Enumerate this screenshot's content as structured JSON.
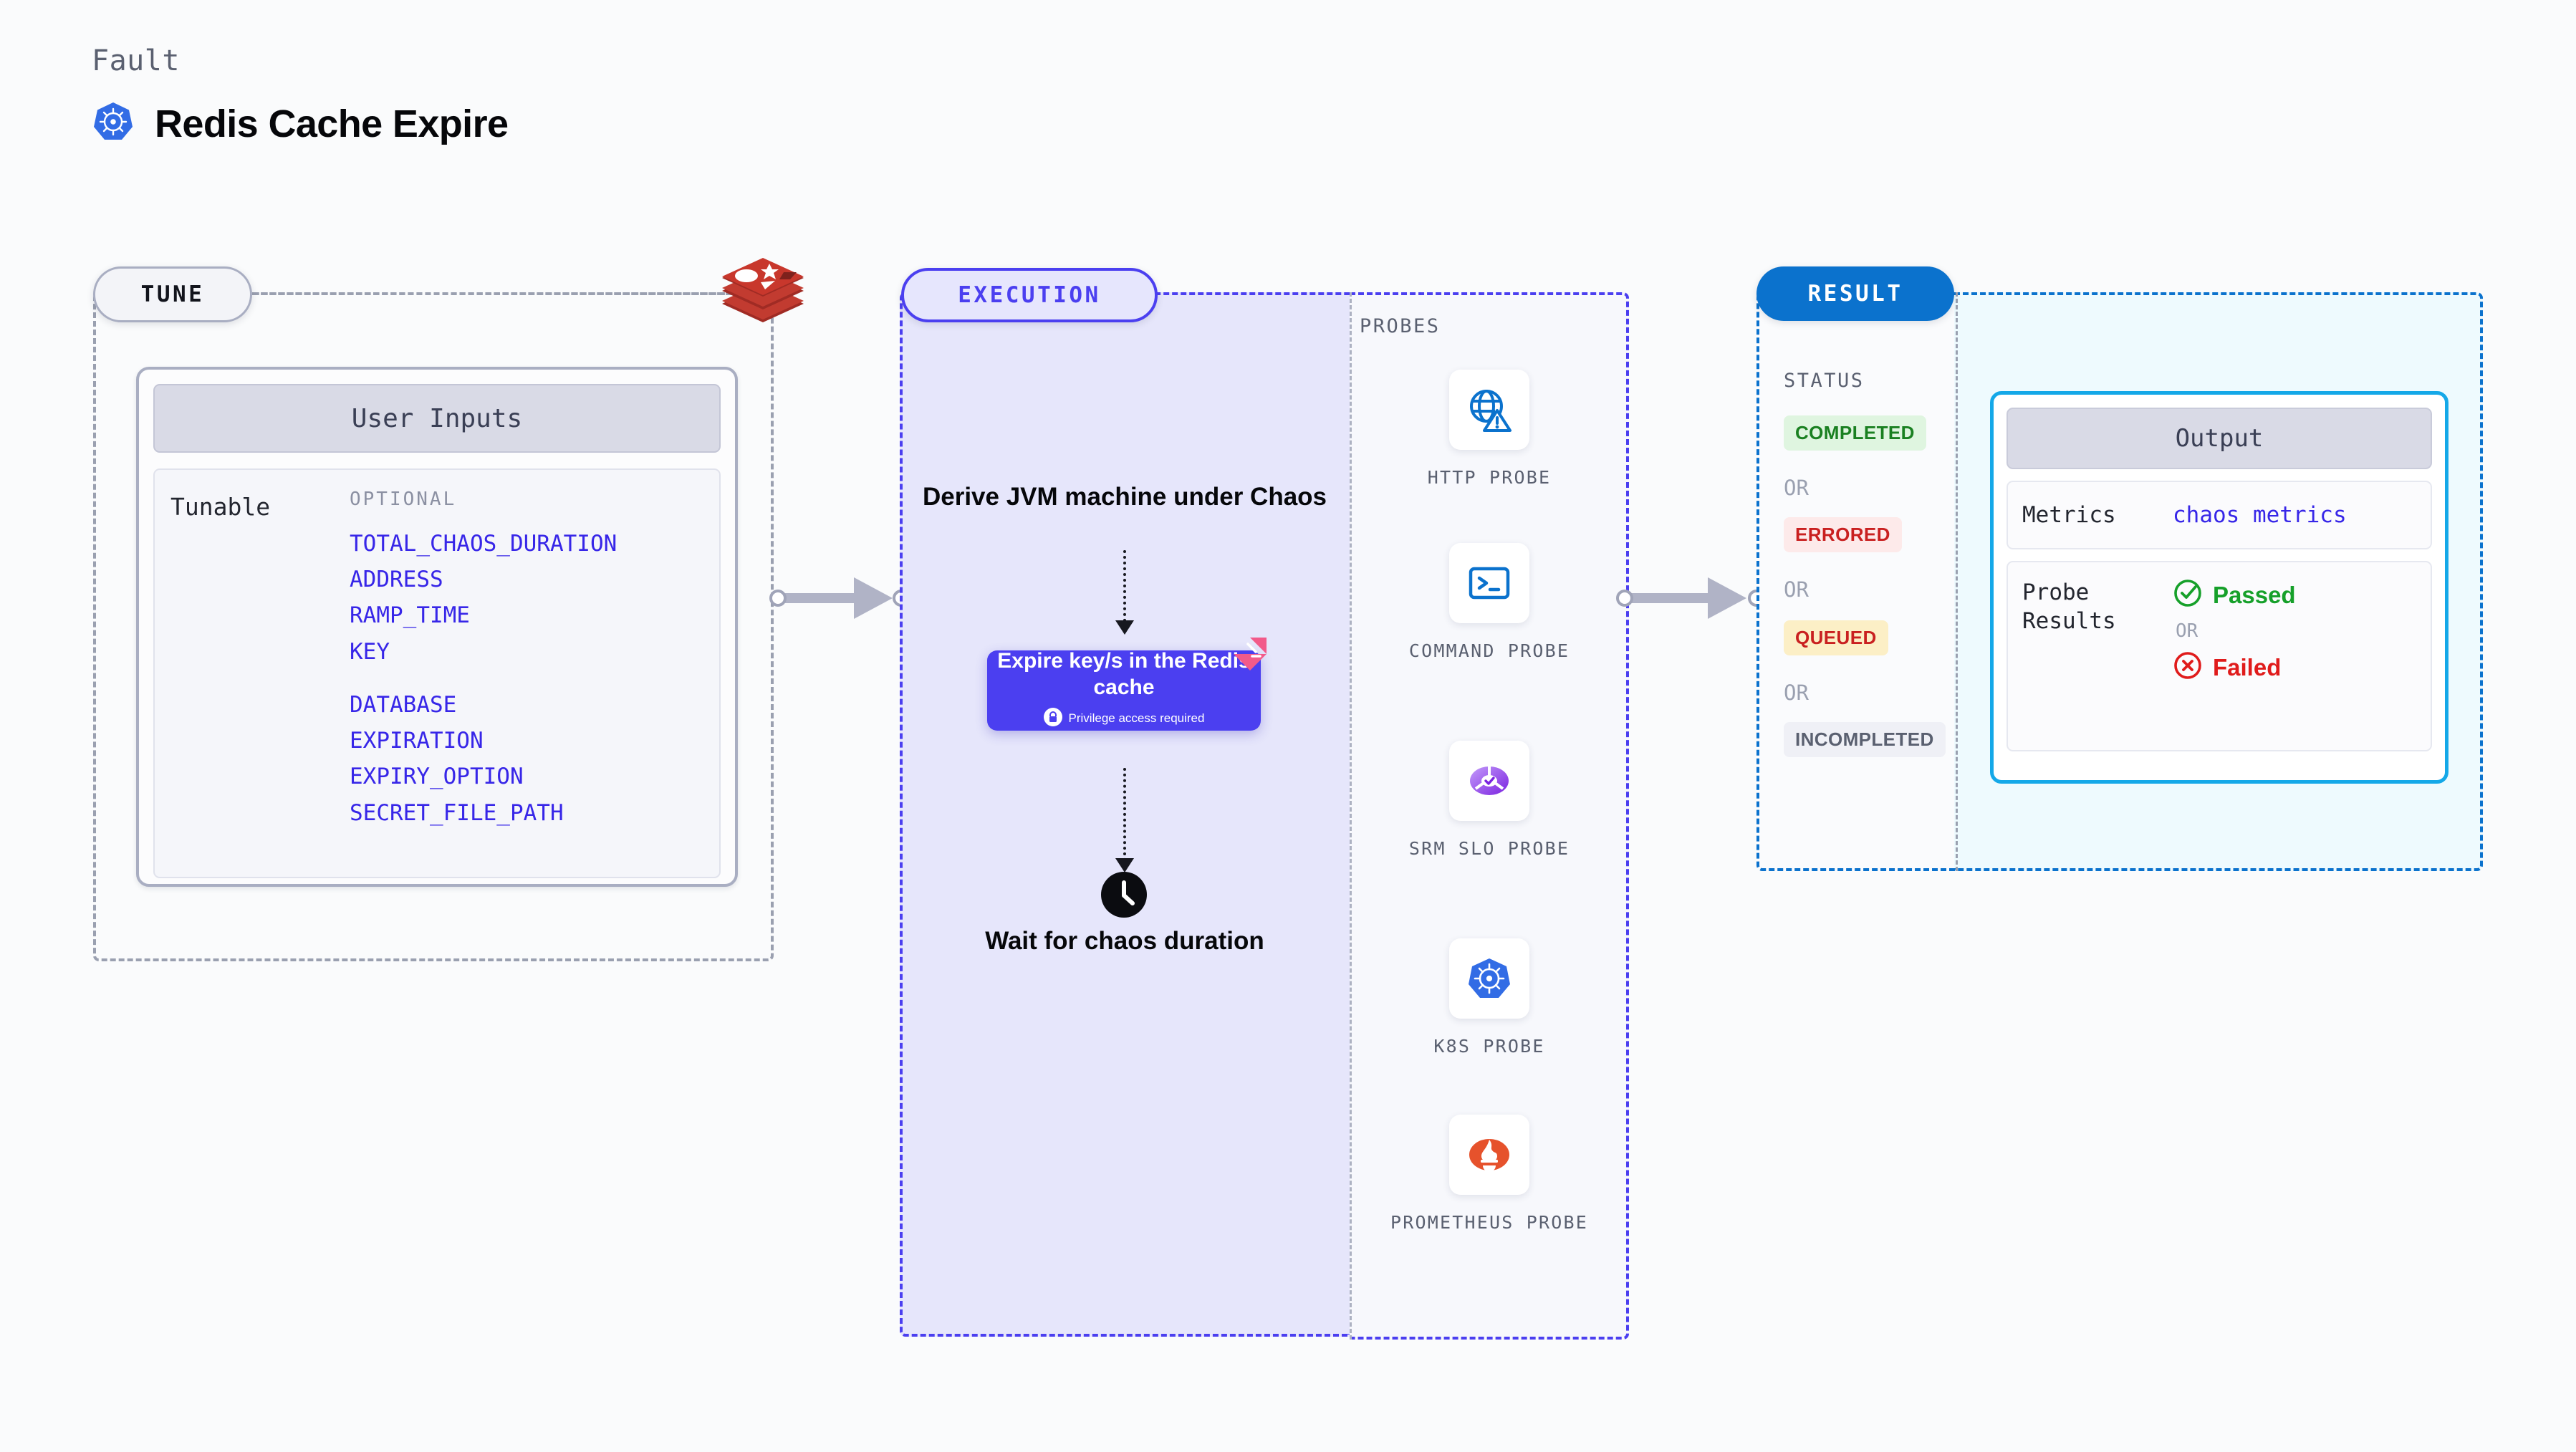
{
  "header": {
    "eyebrow": "Fault",
    "title": "Redis Cache Expire",
    "logo_icon": "kubernetes-icon"
  },
  "tune": {
    "pill_label": "TUNE",
    "source_icon": "redis-logo-icon",
    "panel_title": "User Inputs",
    "tunable_label": "Tunable",
    "optional_label": "OPTIONAL",
    "params": [
      "TOTAL_CHAOS_DURATION",
      "ADDRESS",
      "RAMP_TIME",
      "KEY",
      "DATABASE",
      "EXPIRATION",
      "EXPIRY_OPTION",
      "SECRET_FILE_PATH"
    ]
  },
  "execution": {
    "pill_label": "EXECUTION",
    "step_derive": "Derive JVM machine under Chaos",
    "action_card": {
      "title": "Expire key/s in the Redis cache",
      "privilege_text": "Privilege access required",
      "lock_icon": "lock-icon",
      "ribbon_icon": "harness-ribbon-icon"
    },
    "step_wait": "Wait for chaos duration",
    "clock_icon": "clock-icon"
  },
  "probes": {
    "section_label": "PROBES",
    "items": [
      {
        "label": "HTTP PROBE",
        "icon": "globe-warning-icon"
      },
      {
        "label": "COMMAND PROBE",
        "icon": "terminal-icon"
      },
      {
        "label": "SRM SLO PROBE",
        "icon": "slo-gauge-icon"
      },
      {
        "label": "K8S PROBE",
        "icon": "kubernetes-icon"
      },
      {
        "label": "PROMETHEUS PROBE",
        "icon": "prometheus-icon"
      }
    ]
  },
  "result": {
    "pill_label": "RESULT",
    "status_label": "STATUS",
    "or_label": "OR",
    "statuses": [
      {
        "label": "COMPLETED",
        "bg": "#dff5e0",
        "fg": "#1a8021"
      },
      {
        "label": "ERRORED",
        "bg": "#fdeaea",
        "fg": "#c92020"
      },
      {
        "label": "QUEUED",
        "bg": "#fcefc6",
        "fg": "#c92020"
      },
      {
        "label": "INCOMPLETED",
        "bg": "#eff0f6",
        "fg": "#5a6070"
      }
    ],
    "output": {
      "panel_title": "Output",
      "metrics_key": "Metrics",
      "metrics_value": "chaos metrics",
      "probe_results_key": "Probe Results",
      "passed_label": "Passed",
      "failed_label": "Failed",
      "or_label": "OR",
      "passed_icon": "check-circle-icon",
      "failed_icon": "x-circle-icon"
    }
  },
  "colors": {
    "accent_purple": "#4b3ff0",
    "accent_blue": "#0b72cd",
    "accent_cyan": "#14a8e8",
    "param_blue": "#3726e8",
    "green": "#16a02a",
    "red": "#e01b1b"
  }
}
